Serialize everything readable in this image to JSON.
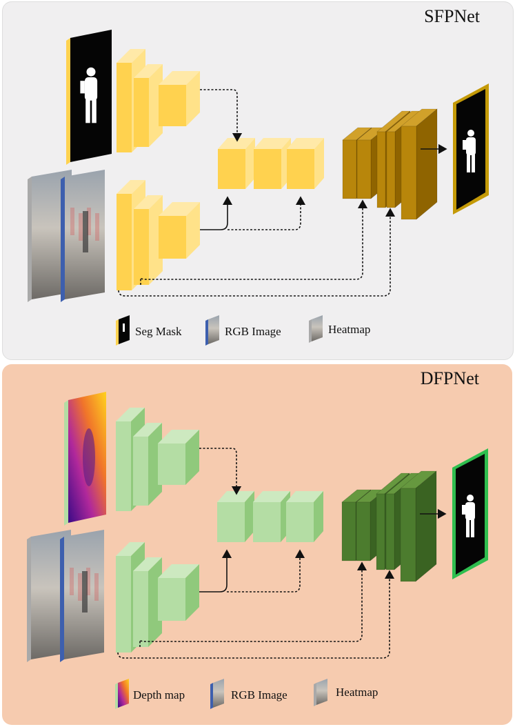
{
  "panels": [
    {
      "id": "sfpnet",
      "title": "SFPNet",
      "colors": {
        "bg": "#f0eff0",
        "block_front": "#ffd24f",
        "block_side": "#ffe289",
        "block_top": "#ffe9a8",
        "decoder_front": "#b8860b",
        "decoder_side": "#8f6400",
        "decoder_top": "#d1a12a",
        "output_border": "#c49a08",
        "input_edge": "#ffd24f"
      },
      "top_input": "Seg Mask",
      "legend": [
        {
          "icon": "seg-mask-icon",
          "label": "Seg Mask"
        },
        {
          "icon": "rgb-image-icon",
          "label": "RGB Image"
        },
        {
          "icon": "heatmap-icon",
          "label": "Heatmap"
        }
      ]
    },
    {
      "id": "dfpnet",
      "title": "DFPNet",
      "colors": {
        "bg": "#f6cbaf",
        "block_front": "#b4dda4",
        "block_side": "#90c97c",
        "block_top": "#cde9c0",
        "decoder_front": "#4c7c2e",
        "decoder_side": "#3a6322",
        "decoder_top": "#66983f",
        "output_border": "#2fbe4f",
        "input_edge": "#b4dda4"
      },
      "top_input": "Depth map",
      "legend": [
        {
          "icon": "depth-map-icon",
          "label": "Depth map"
        },
        {
          "icon": "rgb-image-icon",
          "label": "RGB Image"
        },
        {
          "icon": "heatmap-icon",
          "label": "Heatmap"
        }
      ]
    }
  ]
}
